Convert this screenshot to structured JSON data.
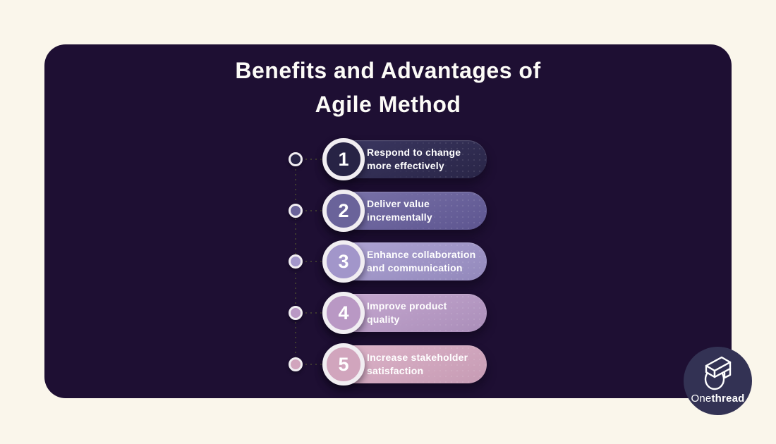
{
  "page": {
    "background": "#faf6eb"
  },
  "card": {
    "background": "#1e0f33",
    "title_line1": "Benefits and Advantages of",
    "title_line2": "Agile Method",
    "title_color": "#fcfbf7"
  },
  "timeline": {
    "dot_color": "#3e3b31",
    "ring_color": "#f1eef2",
    "number_color": "#ffffff",
    "item_text_color": "#ffffff"
  },
  "items": [
    {
      "number": "1",
      "line1": "Respond to change",
      "line2": "more effectively",
      "colors": {
        "pill_start": "#3c3862",
        "pill_end": "#292547",
        "circle": "#272345"
      }
    },
    {
      "number": "2",
      "line1": "Deliver value",
      "line2": "incrementally",
      "colors": {
        "pill_start": "#7b74aa",
        "pill_end": "#5d5590",
        "circle": "#6a639a"
      }
    },
    {
      "number": "3",
      "line1": "Enhance collaboration",
      "line2": "and communication",
      "colors": {
        "pill_start": "#b0a5d5",
        "pill_end": "#9288bb",
        "circle": "#a296ca"
      }
    },
    {
      "number": "4",
      "line1": "Improve product",
      "line2": "quality",
      "colors": {
        "pill_start": "#c7a9d1",
        "pill_end": "#aa8eb9",
        "circle": "#b998c4"
      }
    },
    {
      "number": "5",
      "line1": "Increase stakeholder",
      "line2": "satisfaction",
      "colors": {
        "pill_start": "#deb4c9",
        "pill_end": "#c69bb4",
        "circle": "#d1a5bd"
      }
    }
  ],
  "logo": {
    "text_regular": "One",
    "text_bold": "thread",
    "background": "#333254",
    "text_color": "#ffffff"
  }
}
